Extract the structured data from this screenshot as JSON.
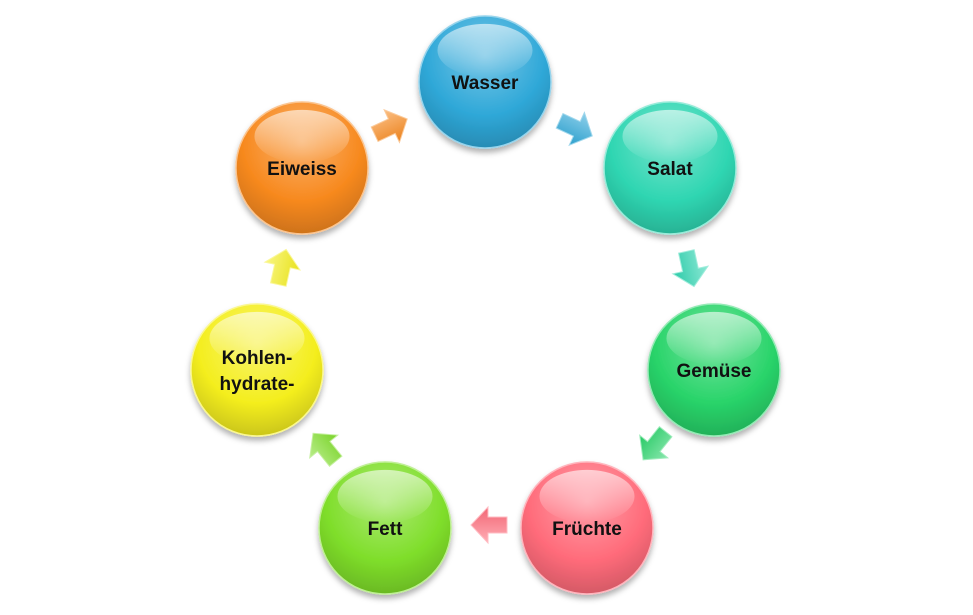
{
  "diagram": {
    "type": "cycle",
    "nodes": [
      {
        "id": "wasser",
        "lines": [
          "Wasser"
        ],
        "color": "#2fa8d8"
      },
      {
        "id": "salat",
        "lines": [
          "Salat"
        ],
        "color": "#2fd6b2"
      },
      {
        "id": "gemuese",
        "lines": [
          "Gemüse"
        ],
        "color": "#29d46a"
      },
      {
        "id": "fruechte",
        "lines": [
          "Früchte"
        ],
        "color": "#ff6b7a"
      },
      {
        "id": "fett",
        "lines": [
          "Fett"
        ],
        "color": "#7fde2a"
      },
      {
        "id": "kohlenhydrate",
        "lines": [
          "Kohlen-",
          "hydrate-"
        ],
        "color": "#f4ee1e"
      },
      {
        "id": "eiweiss",
        "lines": [
          "Eiweiss"
        ],
        "color": "#f7891e"
      }
    ],
    "arrows": [
      {
        "id": "wasser-to-salat",
        "color": "#2fa8d8"
      },
      {
        "id": "salat-to-gemuese",
        "color": "#2fd6b2"
      },
      {
        "id": "gemuese-to-fruechte",
        "color": "#29d46a"
      },
      {
        "id": "fruechte-to-fett",
        "color": "#ff6b7a"
      },
      {
        "id": "fett-to-kohlenhydrate",
        "color": "#7fde2a"
      },
      {
        "id": "kohlenhydrate-to-eiweiss",
        "color": "#f4ee1e"
      },
      {
        "id": "eiweiss-to-wasser",
        "color": "#f7891e"
      }
    ]
  }
}
